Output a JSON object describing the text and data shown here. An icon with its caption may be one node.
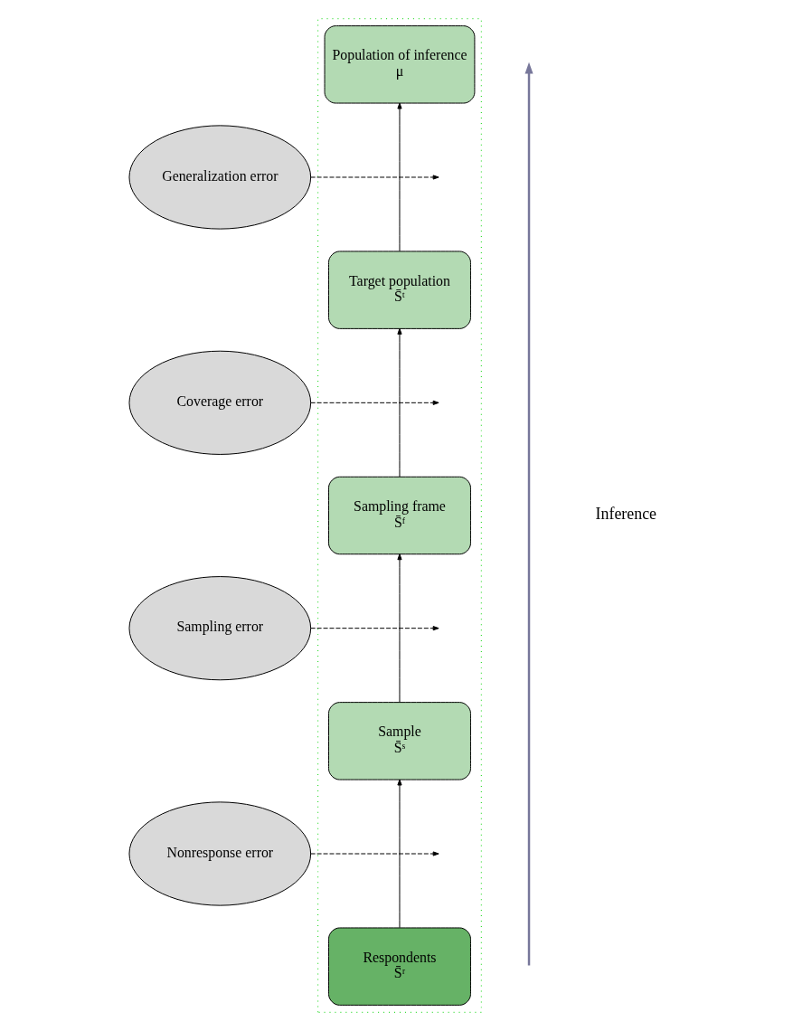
{
  "diagram": {
    "nodes": [
      {
        "text": [],
        "shape": "box"
      },
      {
        "text": [
          "Population of inference",
          "μ"
        ],
        "in": 0
      },
      {
        "text": [
          "Target population",
          "S̄ᵗ"
        ],
        "in": 0
      },
      {
        "text": [
          "Sampling frame",
          "S̄ᶠ"
        ],
        "in": 0
      },
      {
        "text": [
          "Sample",
          "S̄ˢ"
        ],
        "in": 0
      },
      {
        "text": [
          "Respondents",
          "S̄ʳ"
        ],
        "in": 0
      },
      {
        "text": [
          "Generalization error"
        ]
      },
      {
        "text": [
          "Coverage error"
        ]
      },
      {
        "text": [
          "Sampling error"
        ]
      },
      {
        "text": [
          "Nonresponse error"
        ]
      }
    ],
    "edges": [
      {
        "from": 5,
        "to": 4,
        "arrow": "to"
      },
      {
        "from": 4,
        "to": 3,
        "arrow": "to"
      },
      {
        "from": 3,
        "to": 2,
        "arrow": "to"
      },
      {
        "from": 2,
        "to": 1,
        "arrow": "to"
      },
      {
        "from": 6,
        "to": null,
        "arrow": "to",
        "style": "dashed"
      },
      {
        "from": 7,
        "to": null,
        "arrow": "to",
        "style": "dashed"
      },
      {
        "from": 8,
        "to": null,
        "arrow": "to",
        "style": "dashed"
      },
      {
        "from": 9,
        "to": null,
        "arrow": "to",
        "style": "dashed"
      }
    ],
    "labels": [
      "Inference"
    ]
  }
}
